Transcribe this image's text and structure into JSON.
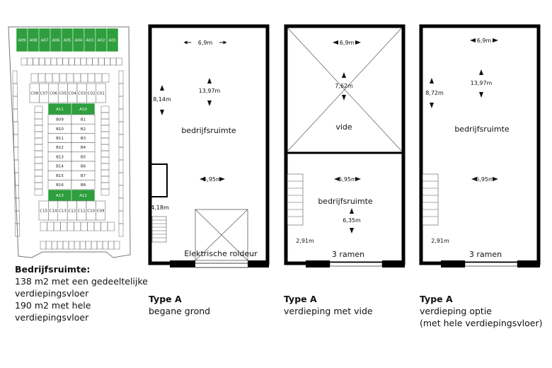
{
  "site_plan": {
    "top_row": [
      "A09",
      "A08",
      "A07",
      "A06",
      "A05",
      "A04",
      "A03",
      "A02",
      "A01"
    ],
    "c_top_row": [
      "C08",
      "C07",
      "C06",
      "C05",
      "C04",
      "C03",
      "C02",
      "C01"
    ],
    "a_mid_top": [
      "A11",
      "A10"
    ],
    "b_left": [
      "B09",
      "B10",
      "B11",
      "B12",
      "B13",
      "B14",
      "B15",
      "B16"
    ],
    "b_right": [
      "B1",
      "B2",
      "B3",
      "B4",
      "B5",
      "B6",
      "B7",
      "B8"
    ],
    "a_mid_bottom": [
      "A13",
      "A12"
    ],
    "c_bottom_row": [
      "C15",
      "C14",
      "C13",
      "C12",
      "C11",
      "C10",
      "C09"
    ],
    "highlight_color": "#2e9e3e"
  },
  "description": {
    "title": "Bedrijfsruimte:",
    "lines": [
      "138 m2 met een gedeeltelijke",
      "verdiepingsvloer",
      "190 m2 met hele",
      "verdiepingsvloer"
    ]
  },
  "plans": [
    {
      "type": "Type A",
      "subtitle": [
        "begane grond"
      ],
      "width": "6,9m",
      "depth": "13,97m",
      "side": "8,14m",
      "room": "bedrijfsruimte",
      "width2": "5,95m",
      "stair": "4,18m",
      "door": "Elektrische roldeur"
    },
    {
      "type": "Type A",
      "subtitle": [
        "verdieping met vide"
      ],
      "width": "6,9m",
      "vide_depth": "7,62m",
      "vide": "vide",
      "width2": "5,95m",
      "room": "bedrijfsruimte",
      "depth": "6,35m",
      "side": "2,91m",
      "windows": "3 ramen"
    },
    {
      "type": "Type A",
      "subtitle": [
        "verdieping optie",
        "(met hele verdiepingsvloer)"
      ],
      "width": "6,9m",
      "depth": "13,97m",
      "side": "8,72m",
      "room": "bedrijfsruimte",
      "width2": "5,95m",
      "side2": "2,91m",
      "windows": "3 ramen"
    }
  ]
}
